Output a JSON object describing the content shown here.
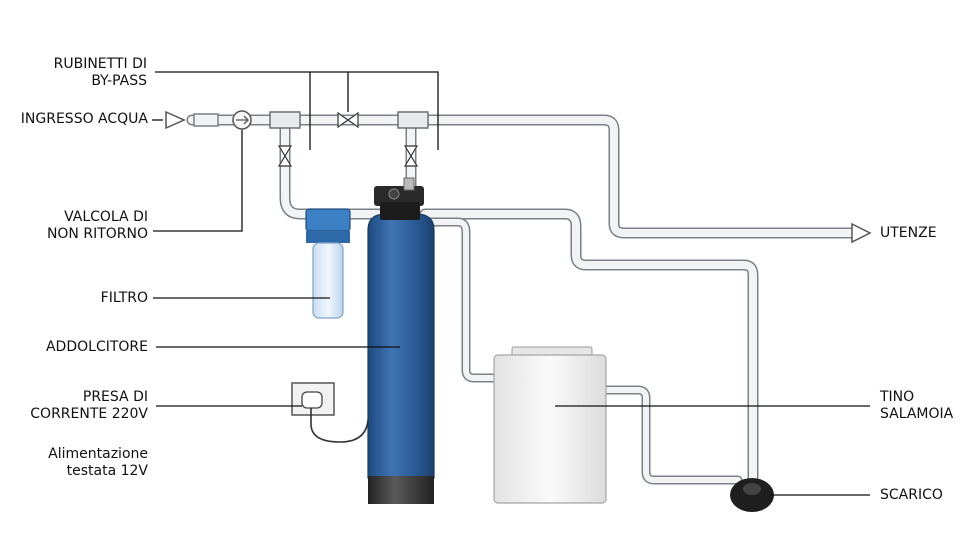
{
  "labels": {
    "bypass_line1": "RUBINETTI DI",
    "bypass_line2": "BY-PASS",
    "ingresso": "INGRESSO ACQUA",
    "valvola_line1": "VALCOLA DI",
    "valvola_line2": "NON RITORNO",
    "filtro": "FILTRO",
    "addolcitore": "ADDOLCITORE",
    "presa_line1": "PRESA DI",
    "presa_line2": "CORRENTE 220V",
    "alim_line1": "Alimentazione",
    "alim_line2": "testata 12V",
    "utenze": "UTENZE",
    "tino_line1": "TINO",
    "tino_line2": "SALAMOIA",
    "scarico": "SCARICO"
  },
  "colors": {
    "pipe_fill": "#f2f3f4",
    "pipe_stroke": "#7a8086",
    "tank_blue": "#2f5f9a",
    "tank_base": "#3a3a3a",
    "filter_cap": "#3b7fc4",
    "filter_bowl": "#dbe9f7",
    "brine_tank": "#f3f3f3"
  }
}
